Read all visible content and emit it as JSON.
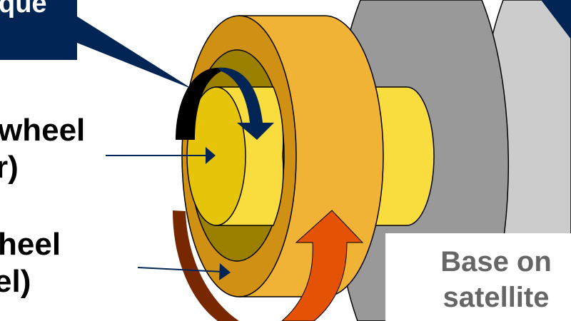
{
  "callout": {
    "text": "que"
  },
  "labels": {
    "rotor_line1": "wheel",
    "rotor_line2": "r)",
    "wheel_line1": "heel",
    "wheel_line2": "el)"
  },
  "base": {
    "line1": "Base on",
    "line2": "satellite"
  },
  "colors": {
    "navy": "#002554",
    "front_face": "#D09014",
    "cylinder_side": "#F0B335",
    "inner_hole": "#9B8000",
    "shaft": "#F9DC3E",
    "shaft_face": "#E6C40A",
    "dark_gray": "#999999",
    "light_gray": "#CCCCCC",
    "brown": "#782800",
    "orange": "#E35205",
    "base_text": "#666666"
  }
}
